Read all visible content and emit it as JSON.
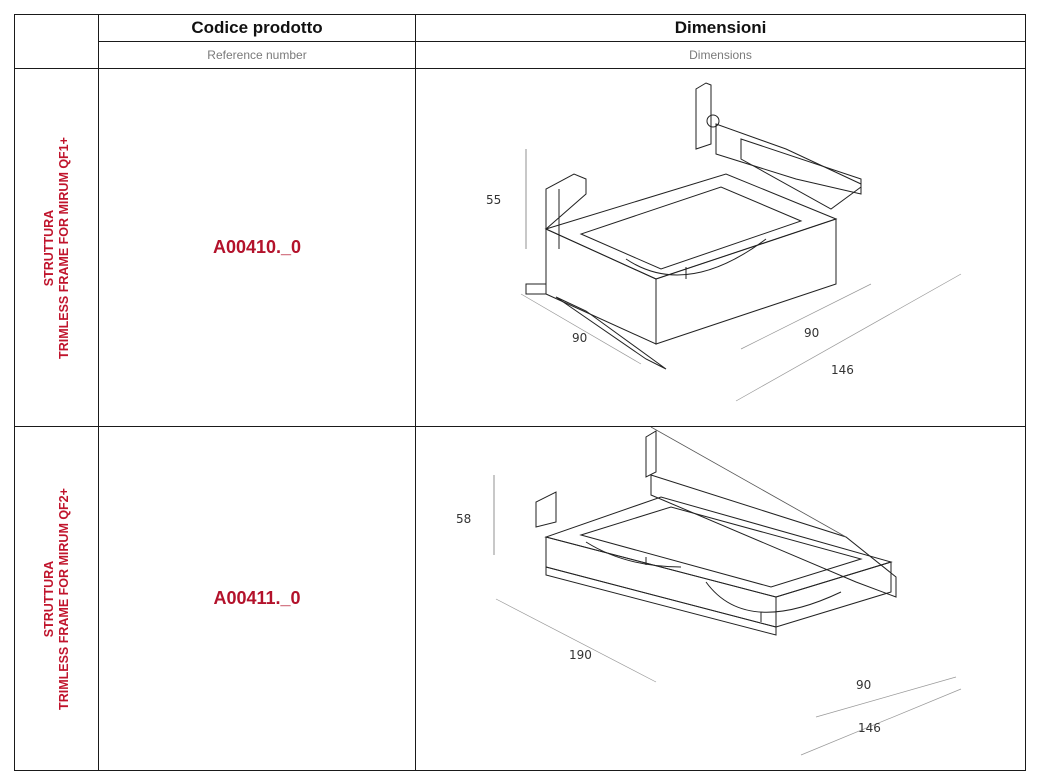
{
  "header": {
    "code_label": "Codice prodotto",
    "dimensions_label": "Dimensioni",
    "code_sub": "Reference number",
    "dimensions_sub": "Dimensions"
  },
  "rows": [
    {
      "category_line1": "STRUTTURA",
      "category_line2": "TRIMLESS FRAME FOR MIRUM QF1+",
      "code": "A00410._0",
      "dims": {
        "height": "55",
        "width": "90",
        "depth": "90",
        "overall": "146"
      }
    },
    {
      "category_line1": "STRUTTURA",
      "category_line2": "TRIMLESS FRAME FOR MIRUM QF2+",
      "code": "A00411._0",
      "dims": {
        "height": "58",
        "width": "190",
        "depth": "90",
        "overall": "146"
      }
    }
  ]
}
